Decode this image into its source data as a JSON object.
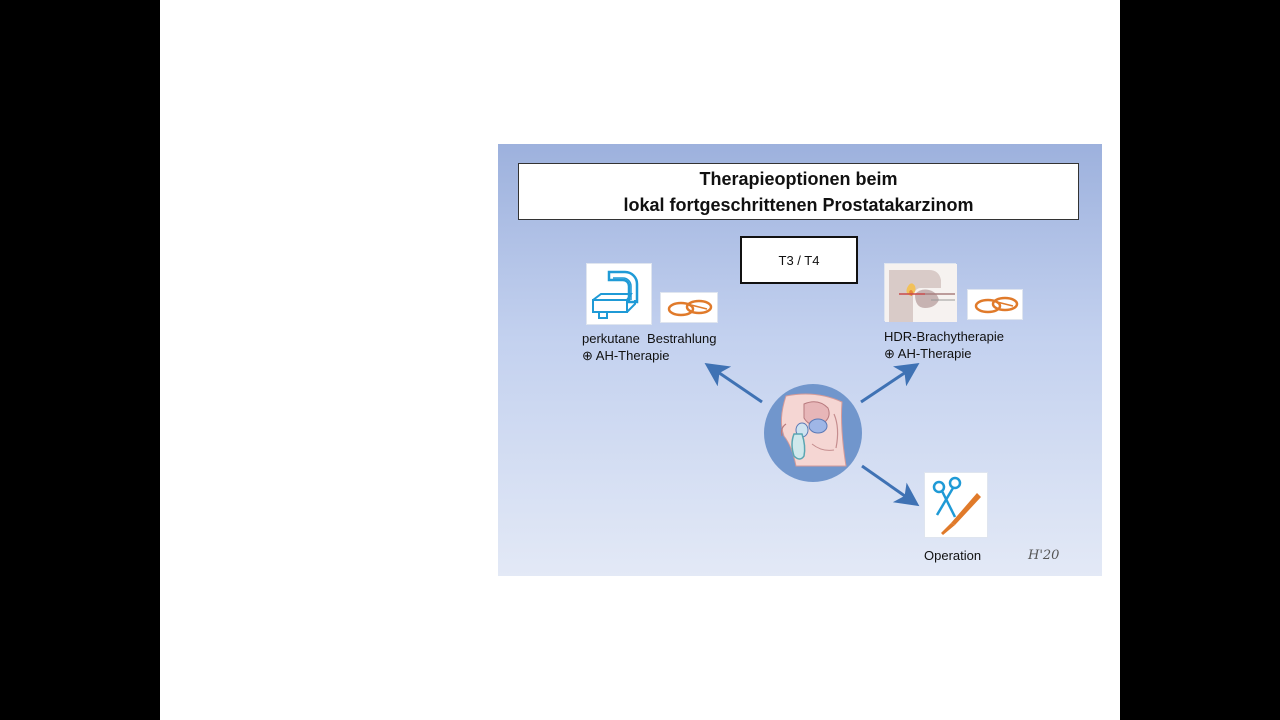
{
  "title": {
    "line1": "Therapieoptionen beim",
    "line2": "lokal fortgeschrittenen Prostatakarzinom"
  },
  "stage": "T3 / T4",
  "options": {
    "radiation": {
      "line1": "perkutane  Bestrahlung",
      "line2": "⊕ AH-Therapie",
      "icon": "linear-accelerator-icon"
    },
    "brachy": {
      "line1": "HDR-Brachytherapie",
      "line2": "⊕ AH-Therapie",
      "icon": "brachytherapy-icon"
    },
    "surgery": {
      "label": "Operation",
      "icon": "scissors-scalpel-icon"
    }
  },
  "signature": "H'20",
  "colors": {
    "arrow": "#3f72b4",
    "icon_blue": "#1f9ad6",
    "pill_orange": "#e07a2a",
    "circle": "#7196cc"
  }
}
